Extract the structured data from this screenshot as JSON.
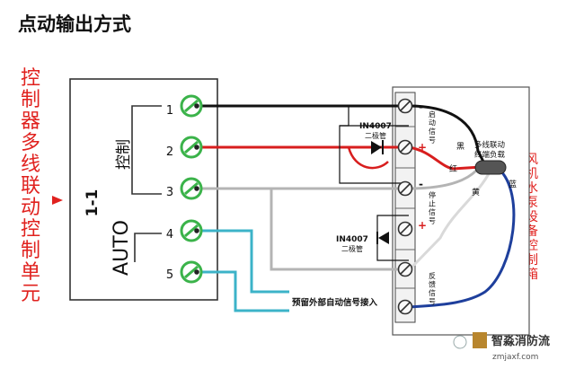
{
  "title": "点动输出方式",
  "left_label": "控制器多线联动控制单元",
  "right_label": "风机水泵设备控制箱",
  "module_id": "1-1",
  "control_label": "控制",
  "auto_label": "AUTO",
  "controller_terminals": [
    "1",
    "2",
    "3",
    "4",
    "5"
  ],
  "diode_top": {
    "part": "IN4007",
    "type": "二极管"
  },
  "diode_bottom": {
    "part": "IN4007",
    "type": "二极管"
  },
  "signals": {
    "start": "启动信号",
    "stop": "停止信号",
    "feedback": "反馈信号"
  },
  "polarity": {
    "minus": "-",
    "plus": "+"
  },
  "load": {
    "line1": "多线联动",
    "line2": "终端负载"
  },
  "wire_colors": {
    "black": "黑",
    "red": "红",
    "yellow": "黄",
    "blue": "蓝"
  },
  "external_note": "预留外部自动信号接入",
  "watermark": {
    "brand": "智淼消防流",
    "url": "zmjaxf.com"
  },
  "colors": {
    "title_text": "#111111",
    "side_label": "#e0211e",
    "terminal_green": "#3bb34a",
    "wire_black": "#111111",
    "wire_red": "#d81e1e",
    "wire_gray": "#b4b4b4",
    "wire_cyan": "#3cb3c8",
    "wire_blue": "#1e3f9c"
  }
}
